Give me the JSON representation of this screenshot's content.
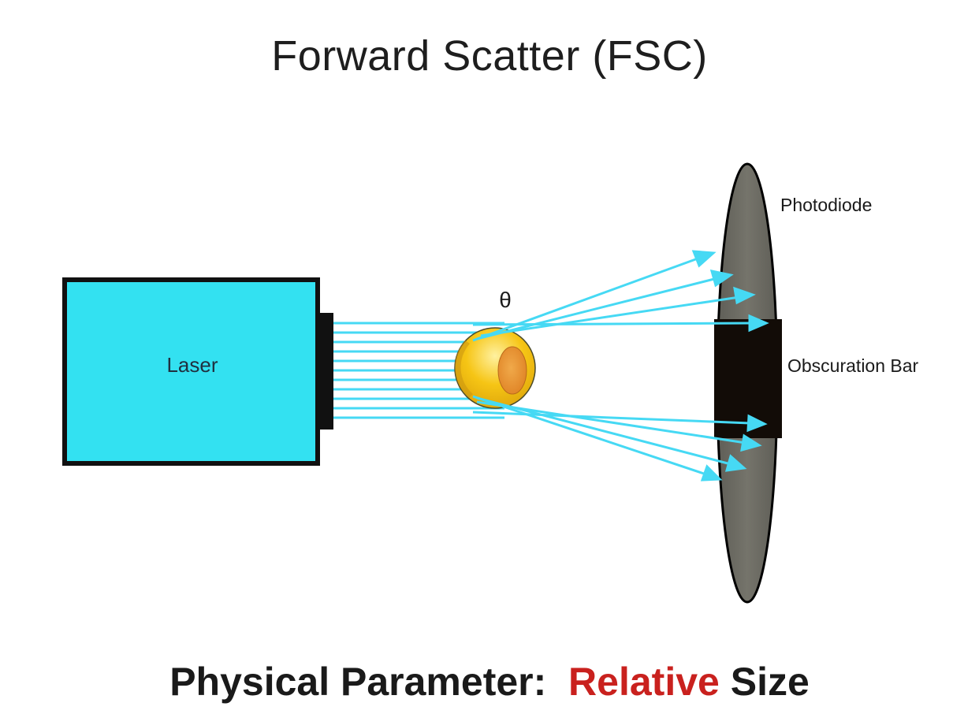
{
  "title": "Forward Scatter (FSC)",
  "diagram": {
    "laser_label": "Laser",
    "angle_symbol": "θ",
    "photodiode_label": "Photodiode",
    "obscuration_label": "Obscuration Bar"
  },
  "footer": {
    "prefix": "Physical Parameter:  ",
    "highlight": "Relative",
    "suffix": " Size"
  },
  "colors": {
    "laser_fill": "#33e1f1",
    "beam": "#46d9f4",
    "particle_outer": "#f6c515",
    "particle_inner": "#e8942b",
    "photodiode": "#6b6a62",
    "obscuration_bar": "#120c07",
    "highlight_text": "#c9211e"
  }
}
